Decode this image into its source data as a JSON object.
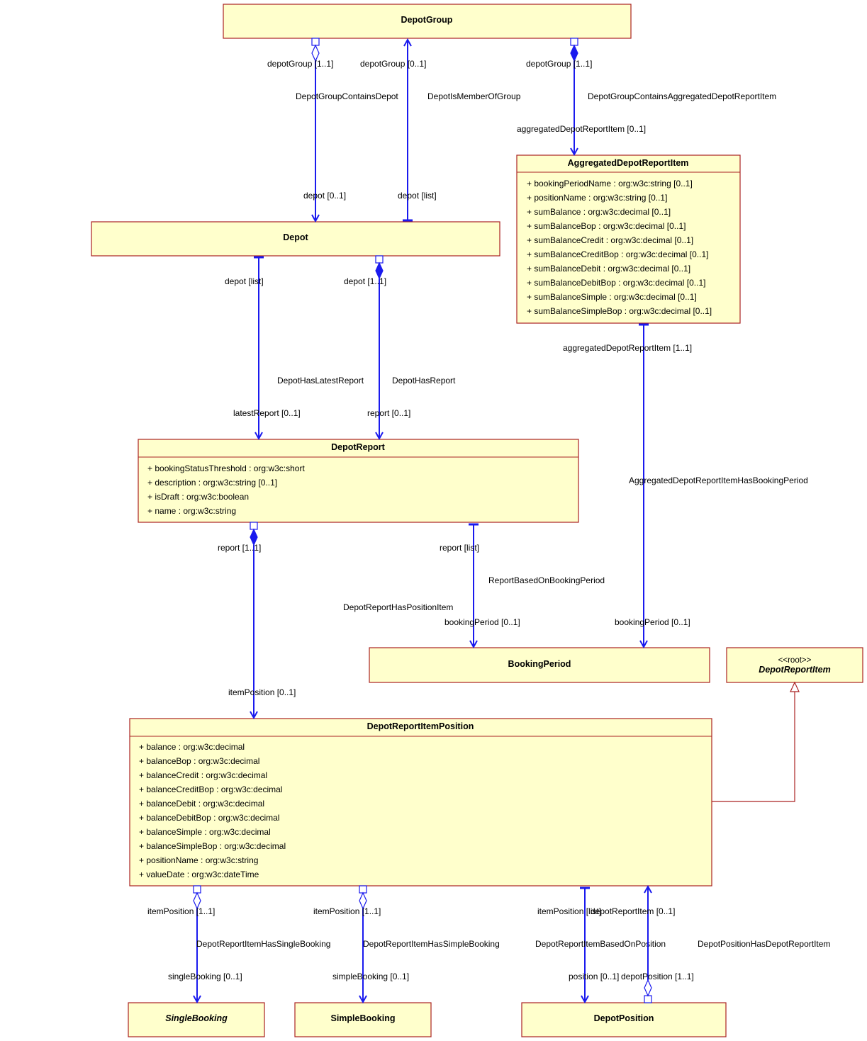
{
  "classes": {
    "depot_group": {
      "name": "DepotGroup"
    },
    "aggregated_item": {
      "name": "AggregatedDepotReportItem",
      "attributes": [
        "+ bookingPeriodName : org:w3c:string [0..1]",
        "+ positionName : org:w3c:string [0..1]",
        "+ sumBalance : org:w3c:decimal [0..1]",
        "+ sumBalanceBop : org:w3c:decimal [0..1]",
        "+ sumBalanceCredit : org:w3c:decimal [0..1]",
        "+ sumBalanceCreditBop : org:w3c:decimal [0..1]",
        "+ sumBalanceDebit : org:w3c:decimal [0..1]",
        "+ sumBalanceDebitBop : org:w3c:decimal [0..1]",
        "+ sumBalanceSimple : org:w3c:decimal [0..1]",
        "+ sumBalanceSimpleBop : org:w3c:decimal [0..1]"
      ]
    },
    "depot": {
      "name": "Depot"
    },
    "depot_report": {
      "name": "DepotReport",
      "attributes": [
        "+ bookingStatusThreshold : org:w3c:short",
        "+ description : org:w3c:string [0..1]",
        "+ isDraft : org:w3c:boolean",
        "+ name : org:w3c:string"
      ]
    },
    "booking_period": {
      "name": "BookingPeriod"
    },
    "depot_report_item": {
      "name": "DepotReportItem",
      "stereotype": "<<root>>"
    },
    "item_position": {
      "name": "DepotReportItemPosition",
      "attributes": [
        "+ balance : org:w3c:decimal",
        "+ balanceBop : org:w3c:decimal",
        "+ balanceCredit : org:w3c:decimal",
        "+ balanceCreditBop : org:w3c:decimal",
        "+ balanceDebit : org:w3c:decimal",
        "+ balanceDebitBop : org:w3c:decimal",
        "+ balanceSimple : org:w3c:decimal",
        "+ balanceSimpleBop : org:w3c:decimal",
        "+ positionName : org:w3c:string",
        "+ valueDate : org:w3c:dateTime"
      ]
    },
    "single_booking": {
      "name": "SingleBooking"
    },
    "simple_booking": {
      "name": "SimpleBooking"
    },
    "depot_position": {
      "name": "DepotPosition"
    }
  },
  "associations": {
    "group_contains_depot": {
      "name": "DepotGroupContainsDepot",
      "source_role": "depotGroup [1..1]",
      "target_role": "depot [0..1]"
    },
    "depot_member_of_group": {
      "name": "DepotIsMemberOfGroup",
      "source_role": "depot [list]",
      "target_role": "depotGroup [0..1]"
    },
    "group_contains_aggregated": {
      "name": "DepotGroupContainsAggregatedDepotReportItem",
      "source_role": "depotGroup [1..1]",
      "target_role": "aggregatedDepotReportItem [0..1]"
    },
    "depot_has_latest_report": {
      "name": "DepotHasLatestReport",
      "source_role": "depot [list]",
      "target_role": "latestReport [0..1]"
    },
    "depot_has_report": {
      "name": "DepotHasReport",
      "source_role": "depot [1..1]",
      "target_role": "report [0..1]"
    },
    "aggregated_has_booking_period": {
      "name": "AggregatedDepotReportItemHasBookingPeriod",
      "source_role": "aggregatedDepotReportItem [1..1]",
      "target_role": "bookingPeriod [0..1]"
    },
    "report_has_position_item": {
      "name": "DepotReportHasPositionItem",
      "source_role": "report [1..1]",
      "target_role": "itemPosition [0..1]"
    },
    "report_based_on_booking_period": {
      "name": "ReportBasedOnBookingPeriod",
      "source_role": "report [list]",
      "target_role": "bookingPeriod [0..1]"
    },
    "item_has_single_booking": {
      "name": "DepotReportItemHasSingleBooking",
      "source_role": "itemPosition [1..1]",
      "target_role": "singleBooking [0..1]"
    },
    "item_has_simple_booking": {
      "name": "DepotReportItemHasSimpleBooking",
      "source_role": "itemPosition [1..1]",
      "target_role": "simpleBooking [0..1]"
    },
    "item_based_on_position": {
      "name": "DepotReportItemBasedOnPosition",
      "source_role": "itemPosition [list]",
      "target_role": "position [0..1]"
    },
    "position_has_report_item": {
      "name": "DepotPositionHasDepotReportItem",
      "source_role": "depotPosition [1..1]",
      "target_role": "depotReportItem [0..1]"
    }
  },
  "colors": {
    "class_fill": "#ffffcc",
    "class_border": "#aa2222",
    "association": "#1a1aee",
    "generalization": "#aa2222"
  }
}
